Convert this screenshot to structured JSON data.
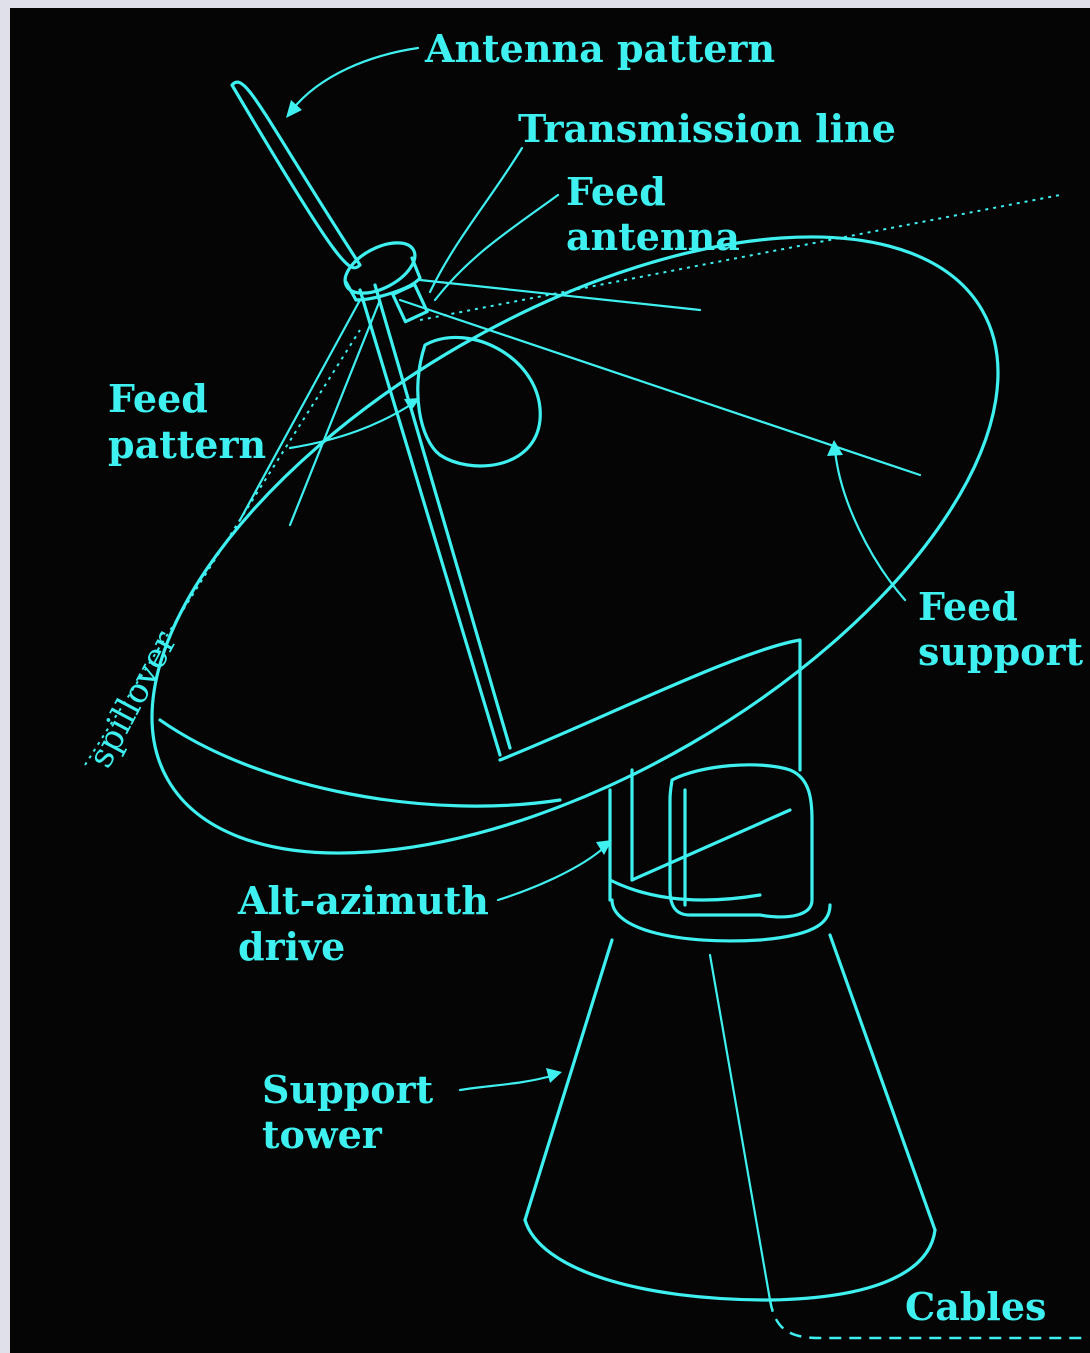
{
  "labels": {
    "antenna_pattern": "Antenna pattern",
    "transmission_line": "Transmission line",
    "feed_antenna_1": "Feed",
    "feed_antenna_2": "antenna",
    "feed_pattern_1": "Feed",
    "feed_pattern_2": "pattern",
    "spillover": "spillover",
    "feed_support_1": "Feed",
    "feed_support_2": "support",
    "alt_azimuth_1": "Alt-azimuth",
    "alt_azimuth_2": "drive",
    "support_tower_1": "Support",
    "support_tower_2": "tower",
    "cables": "Cables"
  },
  "colors": {
    "line": "#3ff0f0",
    "background": "#050505",
    "frame_light": "#c6c8e4",
    "frame": "#dfe0ea"
  }
}
